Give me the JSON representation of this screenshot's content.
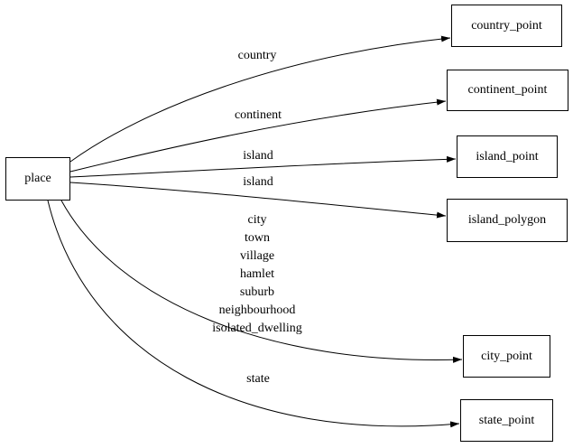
{
  "diagram": {
    "type": "directed-graph",
    "background": "#ffffff",
    "colors": {
      "edge": "#000000",
      "node_border": "#000000",
      "node_fill": "#ffffff",
      "text": "#000000"
    },
    "nodes": [
      {
        "id": "place",
        "label": "place"
      },
      {
        "id": "country_point",
        "label": "country_point"
      },
      {
        "id": "continent_point",
        "label": "continent_point"
      },
      {
        "id": "island_point",
        "label": "island_point"
      },
      {
        "id": "island_polygon",
        "label": "island_polygon"
      },
      {
        "id": "city_point",
        "label": "city_point"
      },
      {
        "id": "state_point",
        "label": "state_point"
      }
    ],
    "edges": [
      {
        "from": "place",
        "to": "country_point",
        "label": "country"
      },
      {
        "from": "place",
        "to": "continent_point",
        "label": "continent"
      },
      {
        "from": "place",
        "to": "island_point",
        "label": "island"
      },
      {
        "from": "place",
        "to": "island_polygon",
        "label": "island"
      },
      {
        "from": "place",
        "to": "city_point",
        "label_lines": [
          "city",
          "town",
          "village",
          "hamlet",
          "suburb",
          "neighbourhood",
          "isolated_dwelling"
        ]
      },
      {
        "from": "place",
        "to": "state_point",
        "label": "state"
      }
    ]
  }
}
